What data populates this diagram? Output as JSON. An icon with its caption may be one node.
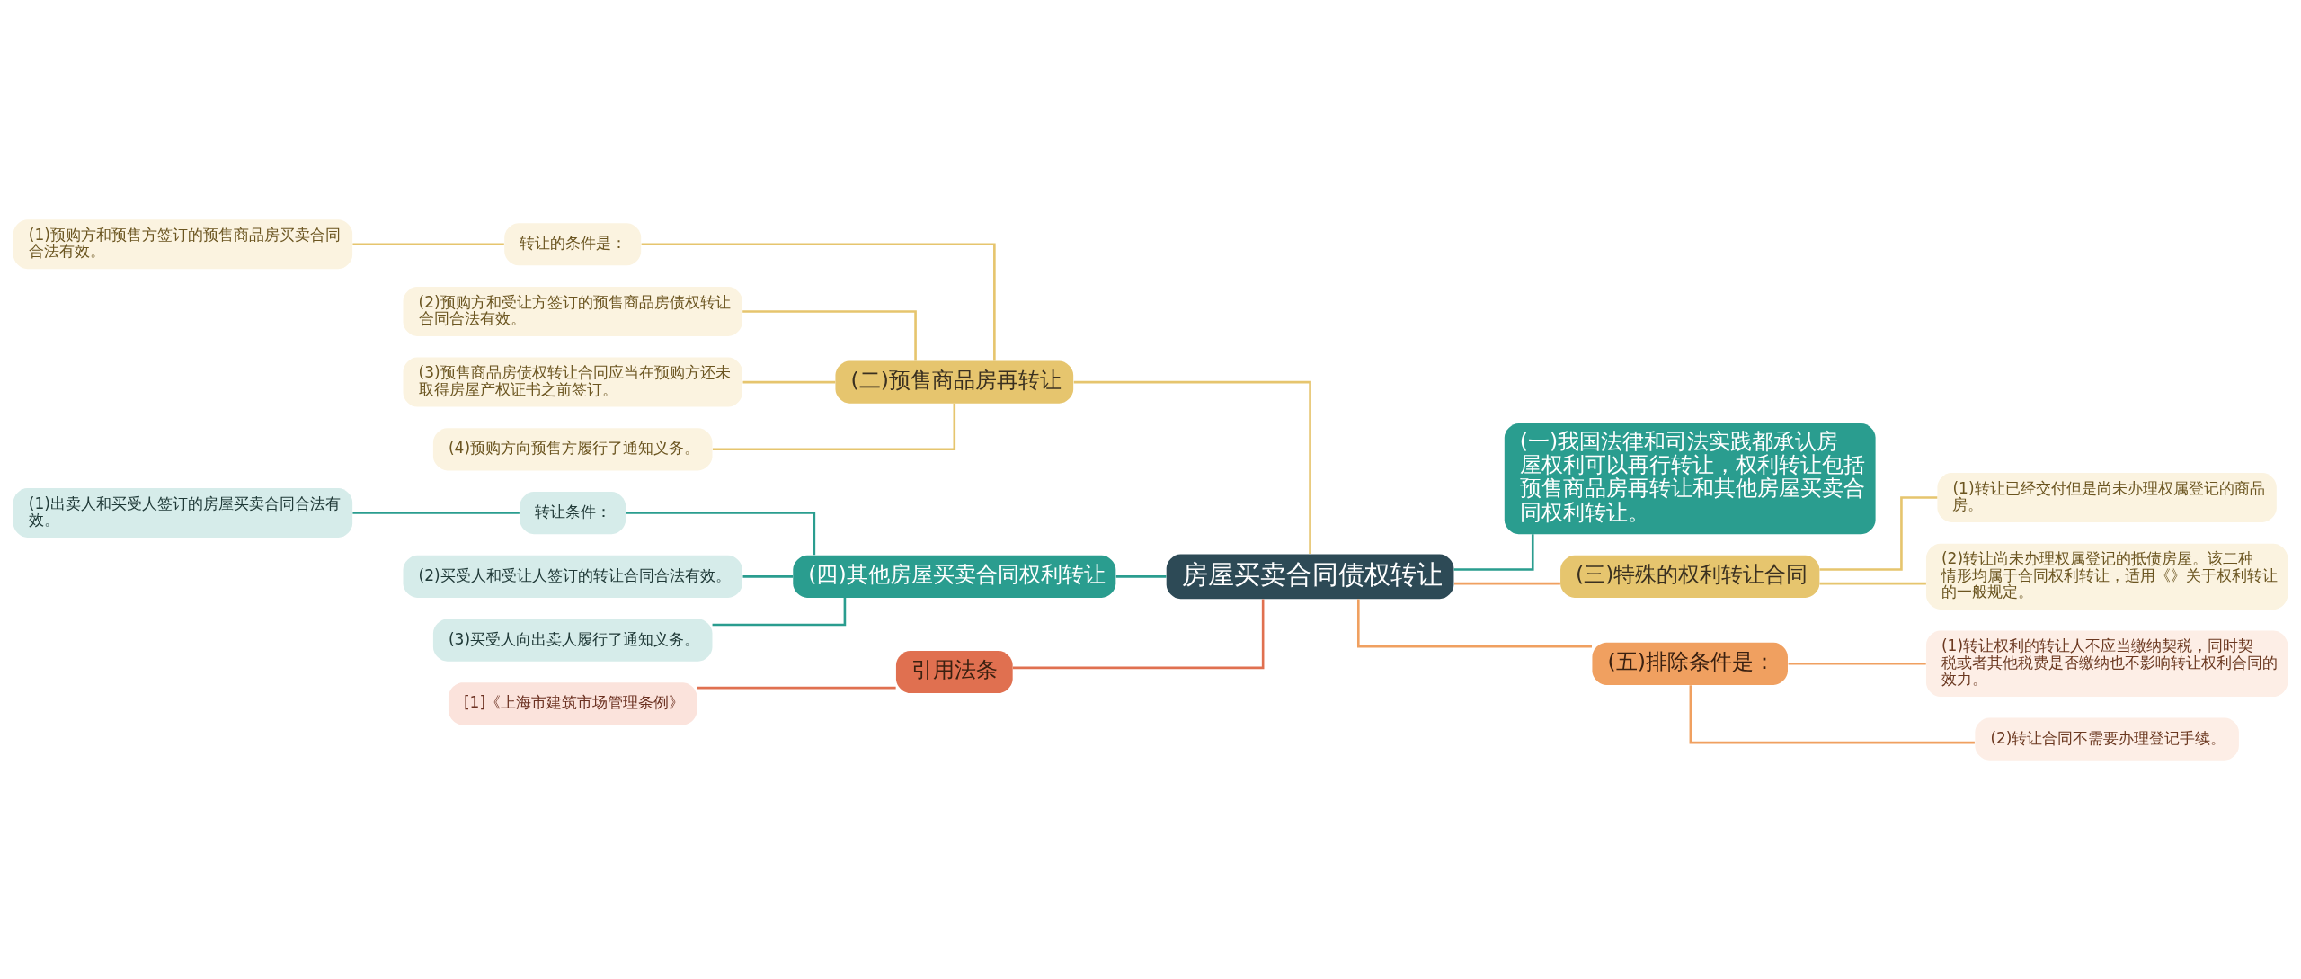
{
  "diagram": {
    "nodes": [
      {
        "text": [
          "房屋买卖合同债权转让"
        ]
      },
      {
        "text": [
          "(二)预售商品房再转让"
        ]
      },
      {
        "text": [
          "转让的条件是："
        ]
      },
      {
        "text": [
          "(1)预购方和预售方签订的预售商品房买卖合同合法有效。"
        ]
      },
      {
        "text": [
          "(2)预购方和受让方签订的预售商品房债权转让合同合法有效。"
        ]
      },
      {
        "text": [
          "(3)预售商品房债权转让合同应当在预购方还未取得房屋产权证书之前签订。"
        ]
      },
      {
        "text": [
          "(4)预购方向预售方履行了通知义务。"
        ]
      },
      {
        "text": [
          "(四)其他房屋买卖合同权利转让"
        ]
      },
      {
        "text": [
          "转让条件："
        ]
      },
      {
        "text": [
          "(1)出卖人和买受人签订的房屋买卖合同合法有效。"
        ]
      },
      {
        "text": [
          "(2)买受人和受让人签订的转让合同合法有效。"
        ]
      },
      {
        "text": [
          "(3)买受人向出卖人履行了通知义务。"
        ]
      },
      {
        "text": [
          "引用法条"
        ]
      },
      {
        "text": [
          "[1]《上海市建筑市场管理条例》"
        ]
      },
      {
        "text": [
          "(一)我国法律和司法实践都承认房屋权利可以再行转让，权利转让包括预售商品房再转让和其他房屋买卖合同权利转让。"
        ]
      },
      {
        "text": [
          "(三)特殊的权利转让合同"
        ]
      },
      {
        "text": [
          "(1)转让已经交付但是尚未办理权属登记的商品房。"
        ]
      },
      {
        "text": [
          "(2)转让尚未办理权属登记的抵债房屋。该二种情形均属于合同权利转让，适用《》关于权利转让的一般规定。"
        ]
      },
      {
        "text": [
          "(五)排除条件是："
        ]
      },
      {
        "text": [
          "(1)转让权利的转让人不应当缴纳契税，同时契税或者其他税费是否缴纳也不影响转让权利合同的效力。"
        ]
      },
      {
        "text": [
          "(2)转让合同不需要办理登记手续。"
        ]
      }
    ],
    "edges": [
      {
        "from": 0,
        "to": 1,
        "arrow": "none",
        "color": "#e6c56e"
      },
      {
        "from": 1,
        "to": 2,
        "arrow": "none",
        "color": "#e6c56e"
      },
      {
        "from": 2,
        "to": 3,
        "arrow": "none",
        "color": "#e6c56e"
      },
      {
        "from": 1,
        "to": 4,
        "arrow": "none",
        "color": "#e6c56e"
      },
      {
        "from": 1,
        "to": 5,
        "arrow": "none",
        "color": "#e6c56e"
      },
      {
        "from": 1,
        "to": 6,
        "arrow": "none",
        "color": "#e6c56e"
      },
      {
        "from": 0,
        "to": 7,
        "arrow": "none",
        "color": "#2a9d8f"
      },
      {
        "from": 7,
        "to": 8,
        "arrow": "none",
        "color": "#2a9d8f"
      },
      {
        "from": 8,
        "to": 9,
        "arrow": "none",
        "color": "#2a9d8f"
      },
      {
        "from": 7,
        "to": 10,
        "arrow": "none",
        "color": "#2a9d8f"
      },
      {
        "from": 7,
        "to": 11,
        "arrow": "none",
        "color": "#2a9d8f"
      },
      {
        "from": 0,
        "to": 12,
        "arrow": "none",
        "color": "#e07050"
      },
      {
        "from": 12,
        "to": 13,
        "arrow": "none",
        "color": "#e07050"
      },
      {
        "from": 0,
        "to": 14,
        "arrow": "none",
        "color": "#2a9d8f"
      },
      {
        "from": 0,
        "to": 15,
        "arrow": "none",
        "color": "#f0a060"
      },
      {
        "from": 15,
        "to": 16,
        "arrow": "none",
        "color": "#e6c56e"
      },
      {
        "from": 15,
        "to": 17,
        "arrow": "none",
        "color": "#e6c56e"
      },
      {
        "from": 0,
        "to": 18,
        "arrow": "none",
        "color": "#f0a060"
      },
      {
        "from": 18,
        "to": 19,
        "arrow": "none",
        "color": "#f0a060"
      },
      {
        "from": 18,
        "to": 20,
        "arrow": "none",
        "color": "#f0a060"
      }
    ]
  }
}
